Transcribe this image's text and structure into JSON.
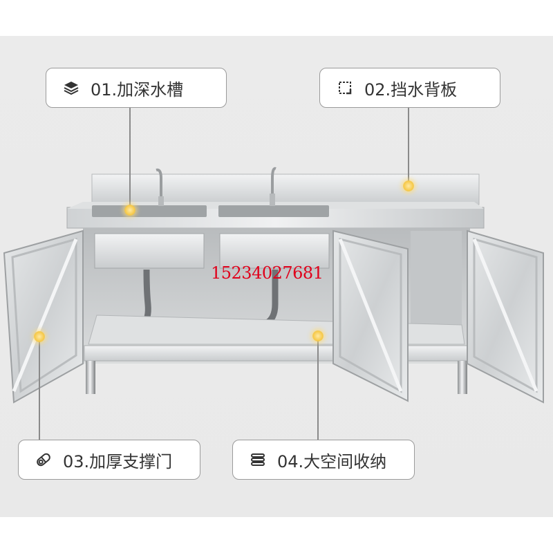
{
  "callouts": [
    {
      "id": "c1",
      "icon": "layers-icon",
      "label": "01.加深水槽"
    },
    {
      "id": "c2",
      "icon": "corner-frame-icon",
      "label": "02.挡水背板"
    },
    {
      "id": "c3",
      "icon": "hinge-roller-icon",
      "label": "03.加厚支撑门"
    },
    {
      "id": "c4",
      "icon": "stacked-bars-icon",
      "label": "04.大空间收纳"
    }
  ],
  "overlay_text": "15234027681",
  "colors": {
    "marker": "#f6c94a",
    "overlay_text": "#e0001b",
    "callout_border": "#9a9a9a"
  }
}
